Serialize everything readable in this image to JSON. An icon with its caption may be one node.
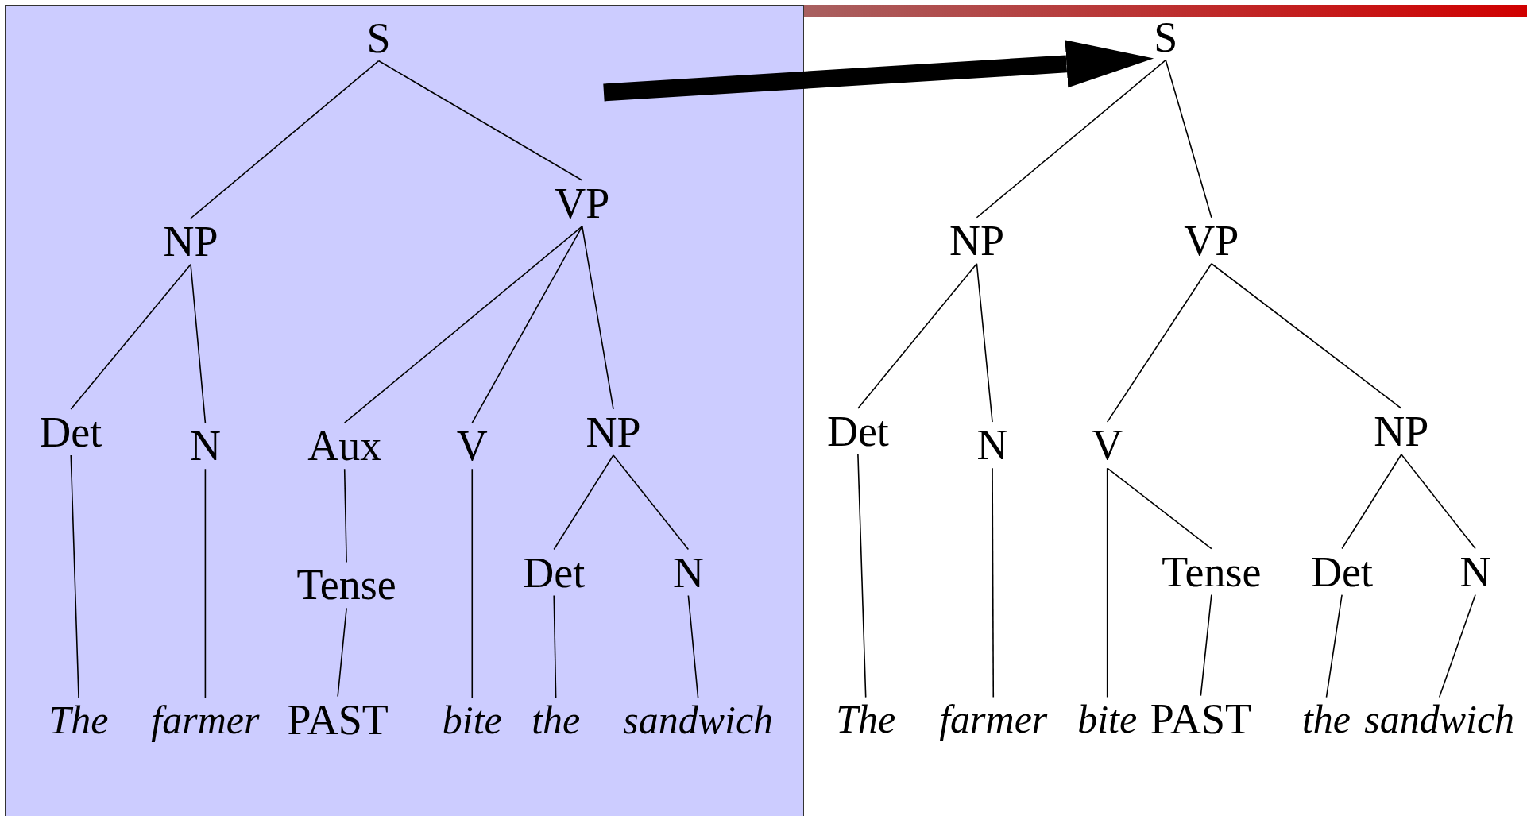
{
  "diagram": {
    "nodes": [
      {
        "text": [],
        "shape": "box"
      },
      {
        "text": [
          "S"
        ],
        "in": 0
      },
      {
        "text": [
          "NP"
        ],
        "in": 0
      },
      {
        "text": [
          "VP"
        ],
        "in": 0
      },
      {
        "text": [
          "Det"
        ],
        "in": 0
      },
      {
        "text": [
          "N"
        ],
        "in": 0
      },
      {
        "text": [
          "Aux"
        ],
        "in": 0
      },
      {
        "text": [
          "V"
        ],
        "in": 0
      },
      {
        "text": [
          "NP"
        ],
        "in": 0
      },
      {
        "text": [
          "Tense"
        ],
        "in": 0
      },
      {
        "text": [
          "Det"
        ],
        "in": 0
      },
      {
        "text": [
          "N"
        ],
        "in": 0
      },
      {
        "text": [
          "The"
        ],
        "in": 0
      },
      {
        "text": [
          "farmer"
        ],
        "in": 0
      },
      {
        "text": [
          "PAST"
        ],
        "in": 0
      },
      {
        "text": [
          "bite"
        ],
        "in": 0
      },
      {
        "text": [
          "the"
        ],
        "in": 0
      },
      {
        "text": [
          "sandwich"
        ],
        "in": 0
      },
      {
        "text": [
          "S"
        ]
      },
      {
        "text": [
          "NP"
        ]
      },
      {
        "text": [
          "VP"
        ]
      },
      {
        "text": [
          "Det"
        ]
      },
      {
        "text": [
          "N"
        ]
      },
      {
        "text": [
          "V"
        ]
      },
      {
        "text": [
          "NP"
        ]
      },
      {
        "text": [
          "Tense"
        ]
      },
      {
        "text": [
          "Det"
        ]
      },
      {
        "text": [
          "N"
        ]
      },
      {
        "text": [
          "The"
        ]
      },
      {
        "text": [
          "farmer"
        ]
      },
      {
        "text": [
          "bite"
        ]
      },
      {
        "text": [
          "PAST"
        ]
      },
      {
        "text": [
          "the"
        ]
      },
      {
        "text": [
          "sandwich"
        ]
      }
    ],
    "edges": [
      {
        "from": 1,
        "to": 2,
        "arrow": "none"
      },
      {
        "from": 1,
        "to": 3,
        "arrow": "none"
      },
      {
        "from": 2,
        "to": 4,
        "arrow": "none"
      },
      {
        "from": 2,
        "to": 5,
        "arrow": "none"
      },
      {
        "from": 3,
        "to": 6,
        "arrow": "none"
      },
      {
        "from": 3,
        "to": 7,
        "arrow": "none"
      },
      {
        "from": 3,
        "to": 8,
        "arrow": "none"
      },
      {
        "from": 4,
        "to": 12,
        "arrow": "none"
      },
      {
        "from": 5,
        "to": 13,
        "arrow": "none"
      },
      {
        "from": 6,
        "to": 9,
        "arrow": "none"
      },
      {
        "from": 9,
        "to": 14,
        "arrow": "none"
      },
      {
        "from": 7,
        "to": 15,
        "arrow": "none"
      },
      {
        "from": 8,
        "to": 10,
        "arrow": "none"
      },
      {
        "from": 8,
        "to": 11,
        "arrow": "none"
      },
      {
        "from": 10,
        "to": 16,
        "arrow": "none"
      },
      {
        "from": 11,
        "to": 17,
        "arrow": "none"
      },
      {
        "from": null,
        "to": 18,
        "arrow": "to",
        "style": "thick"
      },
      {
        "from": 18,
        "to": 19,
        "arrow": "none"
      },
      {
        "from": 18,
        "to": 20,
        "arrow": "none"
      },
      {
        "from": 19,
        "to": 21,
        "arrow": "none"
      },
      {
        "from": 19,
        "to": 22,
        "arrow": "none"
      },
      {
        "from": 20,
        "to": 23,
        "arrow": "none"
      },
      {
        "from": 20,
        "to": 24,
        "arrow": "none"
      },
      {
        "from": 21,
        "to": 28,
        "arrow": "none"
      },
      {
        "from": 22,
        "to": 29,
        "arrow": "none"
      },
      {
        "from": 23,
        "to": 30,
        "arrow": "none"
      },
      {
        "from": 23,
        "to": 25,
        "arrow": "none"
      },
      {
        "from": 25,
        "to": 31,
        "arrow": "none"
      },
      {
        "from": 24,
        "to": 26,
        "arrow": "none"
      },
      {
        "from": 24,
        "to": 27,
        "arrow": "none"
      },
      {
        "from": 26,
        "to": 32,
        "arrow": "none"
      },
      {
        "from": 27,
        "to": 33,
        "arrow": "none"
      }
    ]
  }
}
